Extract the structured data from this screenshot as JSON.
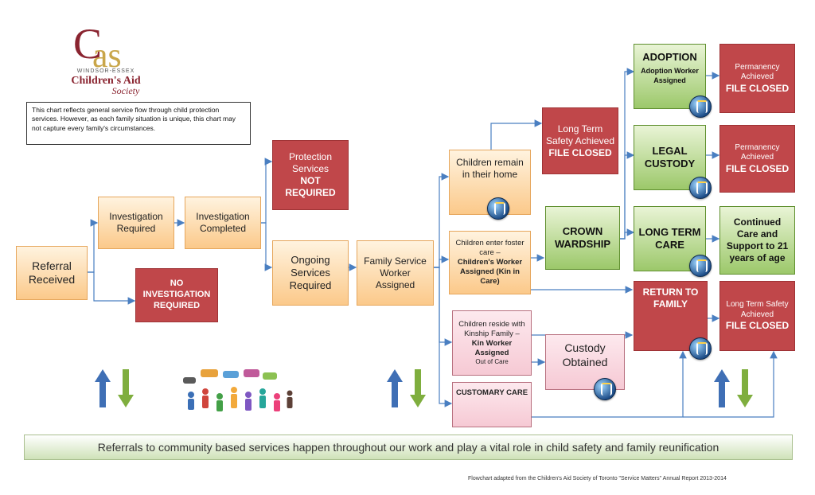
{
  "logo": {
    "monogram_c": "C",
    "monogram_as": "as",
    "line1": "WINDSOR-ESSEX",
    "line2": "Children's Aid",
    "line3": "Society"
  },
  "note": "This chart reflects general service flow through child protection services.  However, as each family situation is unique, this chart may not capture every family's circumstances.",
  "boxes": {
    "referral": "Referral Received",
    "investigation_required": "Investigation Required",
    "investigation_completed": "Investigation Completed",
    "no_investigation": "NO INVESTIGATION REQUIRED",
    "protection_not_required_a": "Protection Services",
    "protection_not_required_b": "NOT REQUIRED",
    "ongoing_services": "Ongoing Services Required",
    "family_service_worker": "Family Service Worker Assigned",
    "children_remain": "Children remain in their home",
    "foster_a": "Children enter foster care –",
    "foster_b": "Children's Worker Assigned (Kin in Care)",
    "kinship_a": "Children reside with Kinship Family –",
    "kinship_b": "Kin Worker Assigned",
    "kinship_c": "Out of Care",
    "customary_care": "CUSTOMARY CARE",
    "long_term_safety_a": "Long Term Safety Achieved",
    "long_term_safety_b": "FILE CLOSED",
    "custody_obtained": "Custody Obtained",
    "crown_wardship": "CROWN WARDSHIP",
    "adoption_title": "ADOPTION",
    "adoption_sub": "Adoption Worker Assigned",
    "legal_custody": "LEGAL CUSTODY",
    "long_term_care": "LONG TERM CARE",
    "return_to_family": "RETURN TO FAMILY",
    "permanency1_a": "Permanency Achieved",
    "permanency1_b": "FILE CLOSED",
    "permanency2_a": "Permanency Achieved",
    "permanency2_b": "FILE CLOSED",
    "continued_care": "Continued Care and Support to 21 years of age",
    "final_safety_a": "Long Term Safety Achieved",
    "final_safety_b": "FILE CLOSED"
  },
  "banner": "Referrals to community based services happen throughout our work and play a vital role in child safety and family reunification",
  "credit": "Flowchart adapted from the Children's Aid Society of Toronto \"Service Matters\" Annual Report 2013-2014",
  "colors": {
    "arrow": "#4a7fc1",
    "up_arrow": "#3f6fb5",
    "down_arrow": "#7fae3e"
  }
}
